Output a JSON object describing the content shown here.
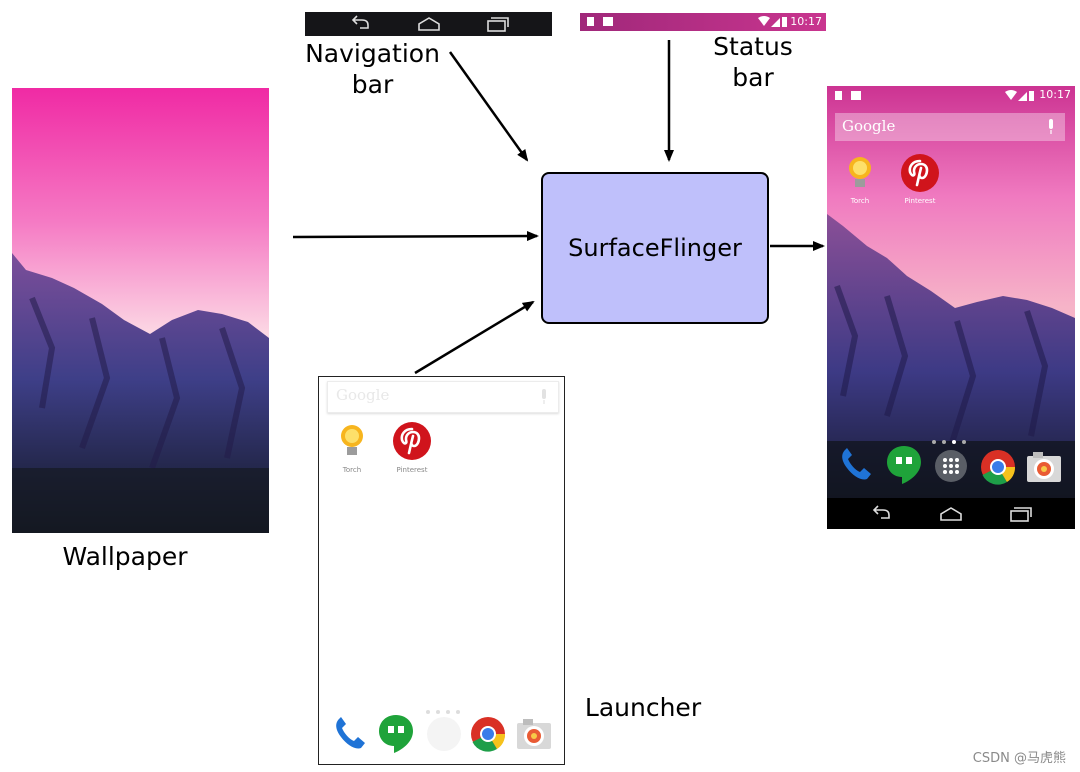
{
  "diagram": {
    "labels": {
      "navigation_bar": [
        "Navigation",
        "bar"
      ],
      "status_bar": [
        "Status",
        "bar"
      ],
      "wallpaper": "Wallpaper",
      "launcher": "Launcher",
      "compositor": "SurfaceFlinger"
    },
    "status_time": "10:17",
    "search_brand": "Google",
    "home_apps": [
      "Torch",
      "Pinterest"
    ],
    "dock_apps": [
      "phone-icon",
      "hangouts-icon",
      "app-drawer-icon",
      "chrome-icon",
      "camera-icon"
    ],
    "nav_buttons": [
      "back-icon",
      "home-icon",
      "recents-icon"
    ],
    "colors": {
      "compositor_fill": "#bfc0fb",
      "sky_top": "#f02aa4",
      "sky_bottom": "#fde9ea",
      "mountain": "#5a3f9a",
      "status_bar": "#c9358f"
    }
  },
  "watermark": "CSDN @马虎熊"
}
